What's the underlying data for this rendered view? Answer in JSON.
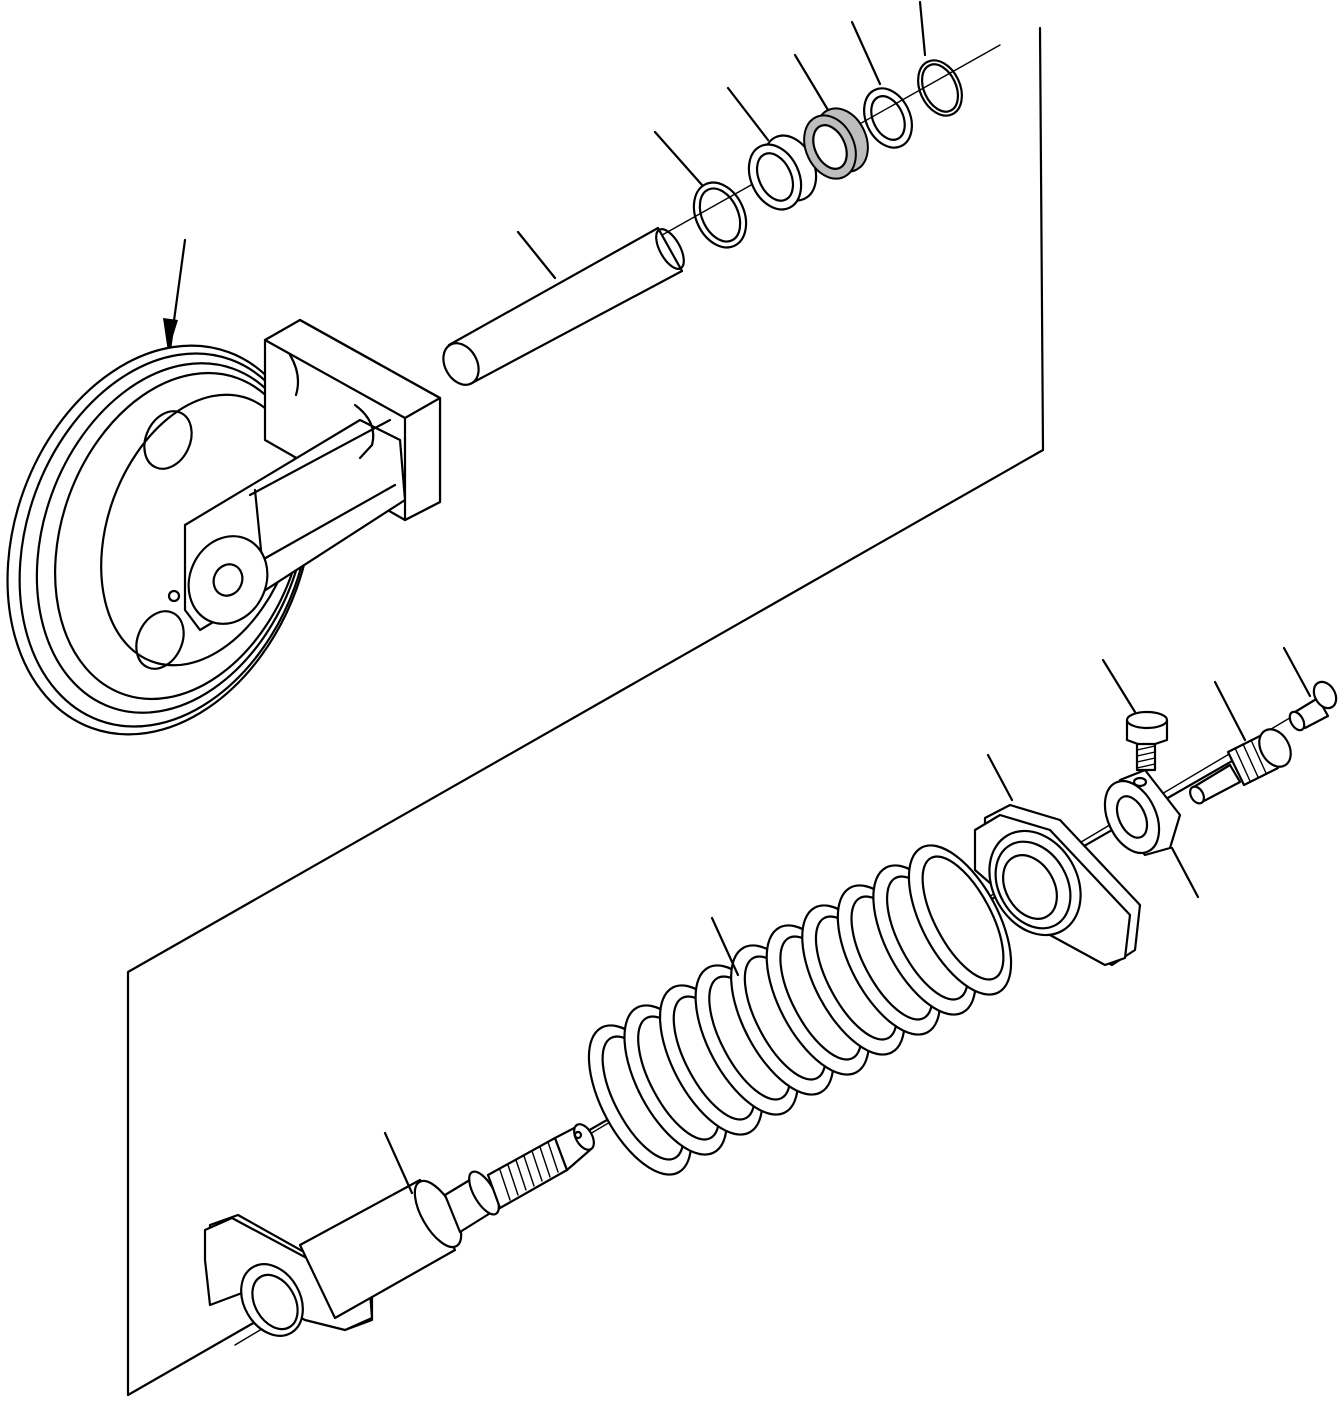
{
  "figure": {
    "kind": "exploded parts illustration",
    "background": "#ffffff",
    "line_color": "#000000"
  },
  "parts": [
    {
      "id": "idler-assembly",
      "icon": "idler-wheel-with-yoke"
    },
    {
      "id": "pin",
      "icon": "cylindrical-pin"
    },
    {
      "id": "snap-ring",
      "icon": "split-ring"
    },
    {
      "id": "bushing",
      "icon": "plain-ring"
    },
    {
      "id": "dust-seal",
      "icon": "textured-ring"
    },
    {
      "id": "washer",
      "icon": "flat-ring"
    },
    {
      "id": "o-ring",
      "icon": "o-ring"
    },
    {
      "id": "rod",
      "icon": "flanged-rod"
    },
    {
      "id": "spring",
      "icon": "coil-spring"
    },
    {
      "id": "retainer",
      "icon": "flanged-retainer"
    },
    {
      "id": "nut",
      "icon": "hex-nut"
    },
    {
      "id": "bolt",
      "icon": "hex-bolt"
    },
    {
      "id": "valve",
      "icon": "relief-valve"
    },
    {
      "id": "fitting",
      "icon": "grease-fitting"
    }
  ]
}
